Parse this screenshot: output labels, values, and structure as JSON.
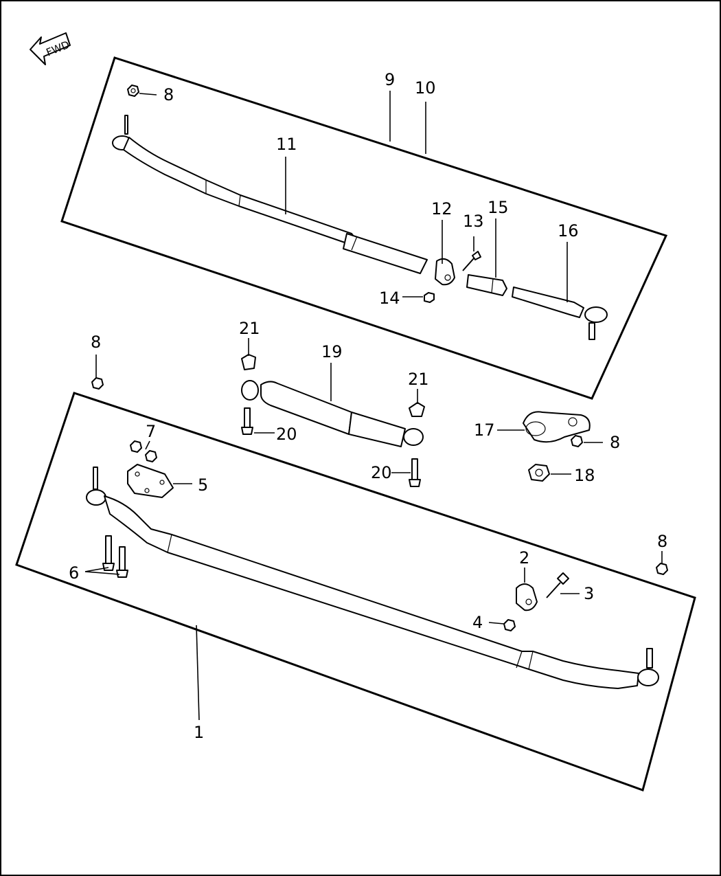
{
  "fwd_label": "FWD",
  "callouts": [
    {
      "id": "c1",
      "text": "1"
    },
    {
      "id": "c2",
      "text": "2"
    },
    {
      "id": "c3",
      "text": "3"
    },
    {
      "id": "c4",
      "text": "4"
    },
    {
      "id": "c5",
      "text": "5"
    },
    {
      "id": "c6",
      "text": "6"
    },
    {
      "id": "c7",
      "text": "7"
    },
    {
      "id": "c8a",
      "text": "8"
    },
    {
      "id": "c8b",
      "text": "8"
    },
    {
      "id": "c8c",
      "text": "8"
    },
    {
      "id": "c8d",
      "text": "8"
    },
    {
      "id": "c9",
      "text": "9"
    },
    {
      "id": "c10",
      "text": "10"
    },
    {
      "id": "c11",
      "text": "11"
    },
    {
      "id": "c12",
      "text": "12"
    },
    {
      "id": "c13",
      "text": "13"
    },
    {
      "id": "c14",
      "text": "14"
    },
    {
      "id": "c15",
      "text": "15"
    },
    {
      "id": "c16",
      "text": "16"
    },
    {
      "id": "c17",
      "text": "17"
    },
    {
      "id": "c18",
      "text": "18"
    },
    {
      "id": "c19",
      "text": "19"
    },
    {
      "id": "c20a",
      "text": "20"
    },
    {
      "id": "c20b",
      "text": "20"
    },
    {
      "id": "c21a",
      "text": "21"
    },
    {
      "id": "c21b",
      "text": "21"
    }
  ]
}
